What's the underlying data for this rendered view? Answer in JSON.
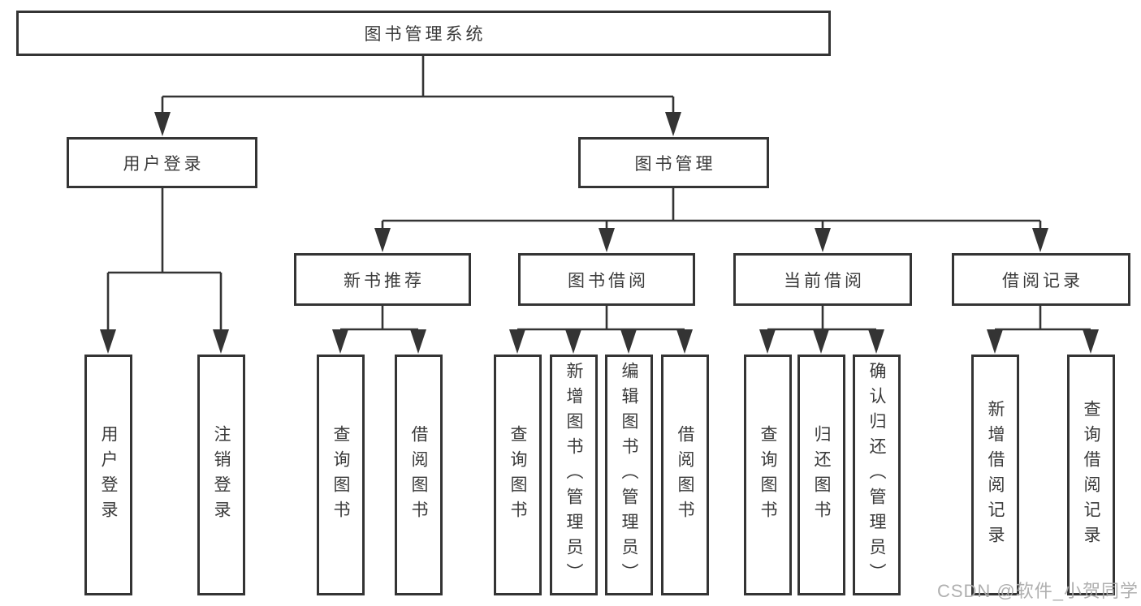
{
  "tree": {
    "root": {
      "label": "图书管理系统",
      "children": [
        {
          "label": "用户登录",
          "children": [
            {
              "label": "用户登录"
            },
            {
              "label": "注销登录"
            }
          ]
        },
        {
          "label": "图书管理",
          "children": [
            {
              "label": "新书推荐",
              "children": [
                {
                  "label": "查询图书"
                },
                {
                  "label": "借阅图书"
                }
              ]
            },
            {
              "label": "图书借阅",
              "children": [
                {
                  "label": "查询图书"
                },
                {
                  "label": "新增图书（管理员）"
                },
                {
                  "label": "编辑图书（管理员）"
                },
                {
                  "label": "借阅图书"
                }
              ]
            },
            {
              "label": "当前借阅",
              "children": [
                {
                  "label": "查询图书"
                },
                {
                  "label": "归还图书"
                },
                {
                  "label": "确认归还（管理员）"
                }
              ]
            },
            {
              "label": "借阅记录",
              "children": [
                {
                  "label": "新增借阅记录"
                },
                {
                  "label": "查询借阅记录"
                }
              ]
            }
          ]
        }
      ]
    }
  },
  "watermark": {
    "text": "CSDN @软件_小贺同学"
  },
  "colors": {
    "background": "#ffffff",
    "line": "#343434",
    "box_border": "#343434",
    "text": "#3a3a3a",
    "watermark": "#a8a8a8"
  }
}
